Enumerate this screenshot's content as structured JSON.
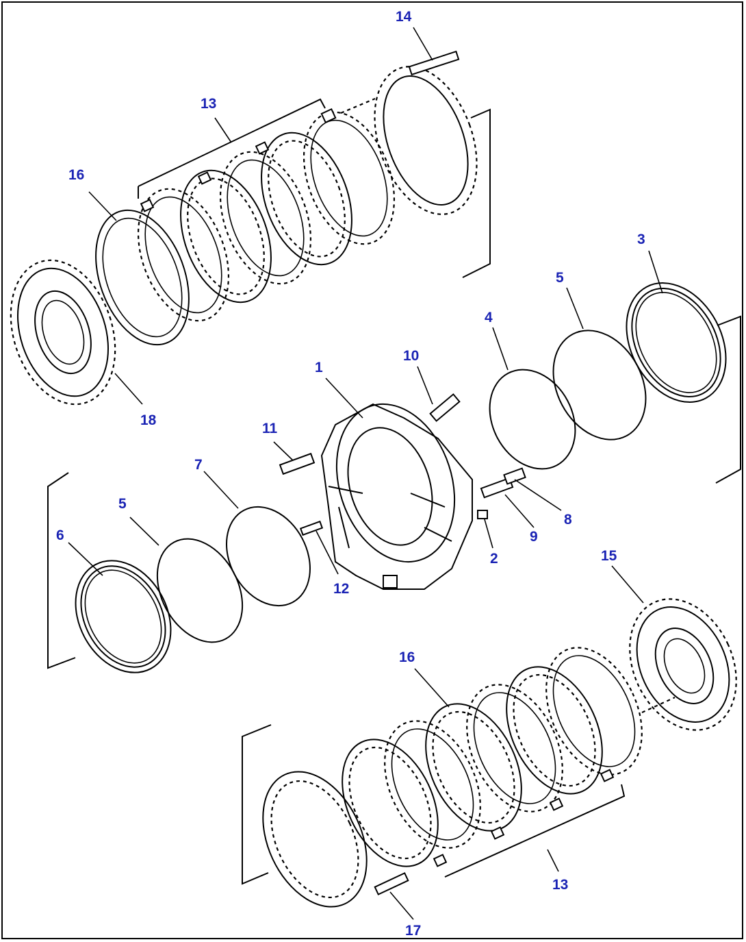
{
  "diagram": {
    "callouts": [
      {
        "id": "c14a",
        "text": "14"
      },
      {
        "id": "c13a",
        "text": "13"
      },
      {
        "id": "c16a",
        "text": "16"
      },
      {
        "id": "c18",
        "text": "18"
      },
      {
        "id": "c3",
        "text": "3"
      },
      {
        "id": "c5a",
        "text": "5"
      },
      {
        "id": "c4",
        "text": "4"
      },
      {
        "id": "c10",
        "text": "10"
      },
      {
        "id": "c1",
        "text": "1"
      },
      {
        "id": "c11",
        "text": "11"
      },
      {
        "id": "c7",
        "text": "7"
      },
      {
        "id": "c5b",
        "text": "5"
      },
      {
        "id": "c6",
        "text": "6"
      },
      {
        "id": "c8",
        "text": "8"
      },
      {
        "id": "c9",
        "text": "9"
      },
      {
        "id": "c2",
        "text": "2"
      },
      {
        "id": "c12",
        "text": "12"
      },
      {
        "id": "c15",
        "text": "15"
      },
      {
        "id": "c16b",
        "text": "16"
      },
      {
        "id": "c13b",
        "text": "13"
      },
      {
        "id": "c17",
        "text": "17"
      }
    ],
    "colors": {
      "callout": "#1a23b4",
      "line": "#000000",
      "background": "#ffffff"
    }
  }
}
